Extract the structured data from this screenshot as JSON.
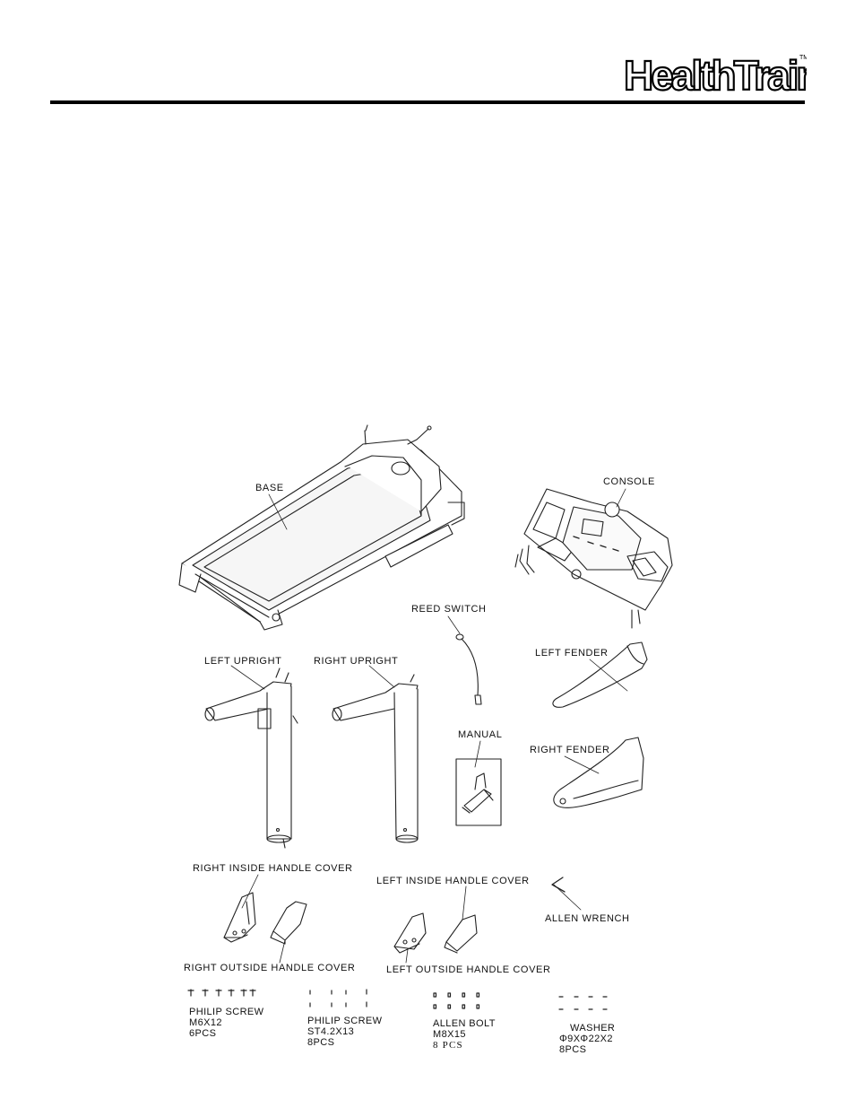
{
  "brand": {
    "logo_text": "HealthTrainer",
    "tm": "TM"
  },
  "parts": {
    "base": "BASE",
    "console": "CONSOLE",
    "reed_switch": "REED SWITCH",
    "left_upright": "LEFT UPRIGHT",
    "right_upright": "RIGHT UPRIGHT",
    "left_fender": "LEFT FENDER",
    "manual": "MANUAL",
    "right_fender": "RIGHT FENDER",
    "right_inside_handle_cover": "RIGHT INSIDE HANDLE COVER",
    "left_inside_handle_cover": "LEFT INSIDE HANDLE COVER",
    "allen_wrench": "ALLEN WRENCH",
    "right_outside_handle_cover": "RIGHT OUTSIDE HANDLE COVER",
    "left_outside_handle_cover": "LEFT OUTSIDE HANDLE COVER"
  },
  "hardware": [
    {
      "name": "PHILIP SCREW",
      "size": "M6X12",
      "qty": "6PCS"
    },
    {
      "name": "PHILIP SCREW",
      "size": "ST4.2X13",
      "qty": "8PCS"
    },
    {
      "name": "ALLEN BOLT",
      "size": "M8X15",
      "qty": "8 PCS"
    },
    {
      "name": "WASHER",
      "size": "Φ9XΦ22X2",
      "qty": "8PCS"
    }
  ]
}
